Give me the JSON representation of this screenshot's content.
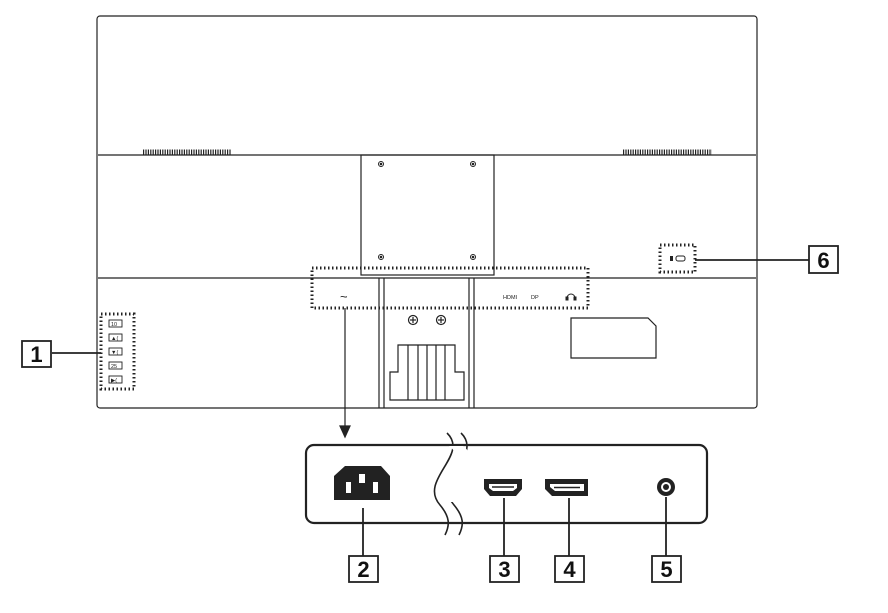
{
  "diagram": {
    "rear_labels": {
      "hdmi": "HDMI",
      "dp": "DP",
      "ac_symbol": "~"
    },
    "osd_buttons": [
      "10",
      "▲(",
      "▼(",
      "25",
      "▶("
    ],
    "callouts": [
      {
        "num": "1",
        "target": "OSD control buttons"
      },
      {
        "num": "2",
        "target": "AC power socket"
      },
      {
        "num": "3",
        "target": "HDMI port"
      },
      {
        "num": "4",
        "target": "DisplayPort"
      },
      {
        "num": "5",
        "target": "Audio out jack"
      },
      {
        "num": "6",
        "target": "Kensington lock slot"
      }
    ]
  }
}
